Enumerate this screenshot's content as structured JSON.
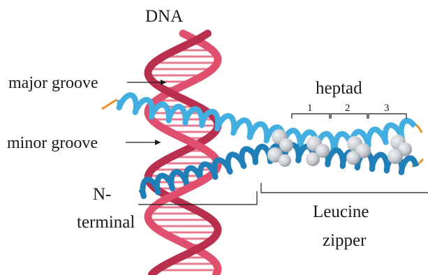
{
  "labels": {
    "dna": "DNA",
    "major_groove": "major groove",
    "minor_groove": "minor groove",
    "heptad": "heptad",
    "heptad_numbers": [
      "1",
      "2",
      "3"
    ],
    "n_terminal_line1": "N-",
    "n_terminal_line2": "terminal",
    "leucine_line1": "Leucine",
    "leucine_line2": "zipper"
  },
  "colors": {
    "dna": "#e0506e",
    "dna_dark": "#b8304e",
    "helix": "#43aee0",
    "helix_dark": "#1f7fb6",
    "leucine": "#c9ccd2",
    "tail": "#e8902c",
    "ink": "#1a1a1a"
  }
}
